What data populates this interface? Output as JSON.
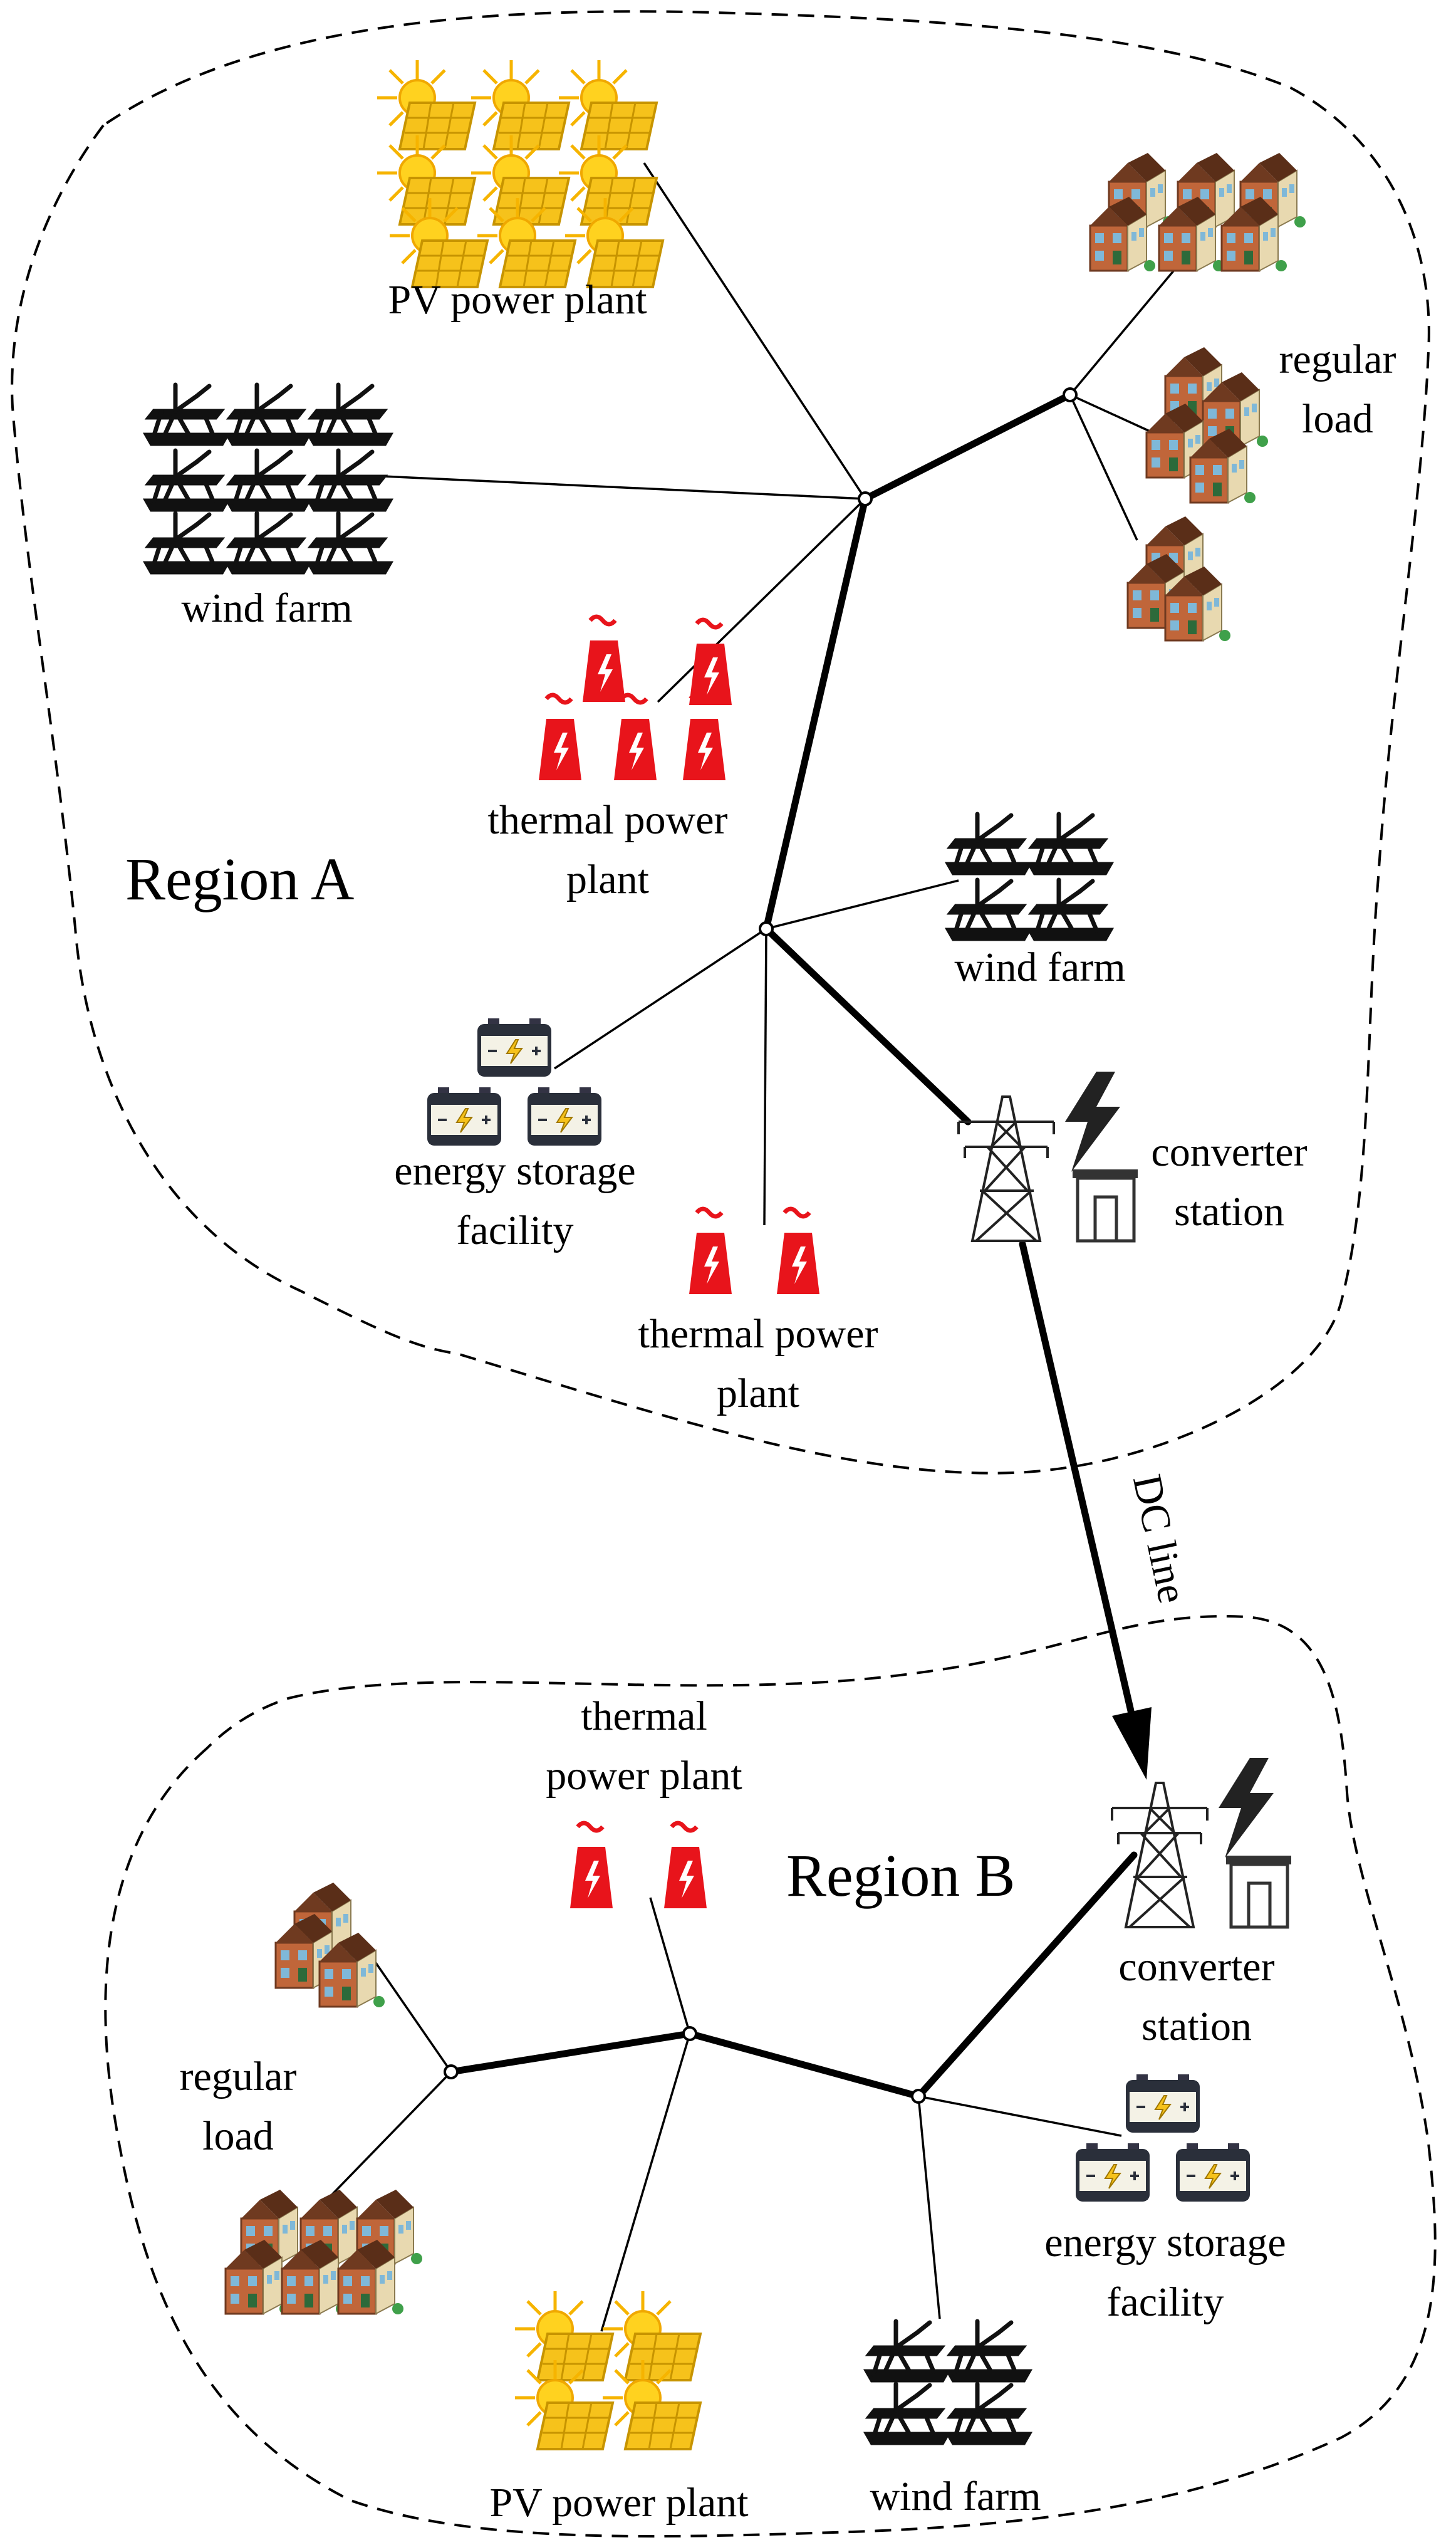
{
  "regions": {
    "a": {
      "name": "Region A"
    },
    "b": {
      "name": "Region B"
    }
  },
  "labels": {
    "a_pv_plant": "PV power plant",
    "a_wind_farm_left": "wind farm",
    "a_regular_load_l1": "regular",
    "a_regular_load_l2": "load",
    "a_thermal_upper_l1": "thermal power",
    "a_thermal_upper_l2": "plant",
    "a_wind_farm_right": "wind farm",
    "a_storage_l1": "energy storage",
    "a_storage_l2": "facility",
    "a_thermal_lower_l1": "thermal power",
    "a_thermal_lower_l2": "plant",
    "a_converter_l1": "converter",
    "a_converter_l2": "station",
    "dc_line": "DC line",
    "b_thermal_l1": "thermal",
    "b_thermal_l2": "power plant",
    "b_converter_l1": "converter",
    "b_converter_l2": "station",
    "b_regular_load_l1": "regular",
    "b_regular_load_l2": "load",
    "b_storage_l1": "energy storage",
    "b_storage_l2": "facility",
    "b_pv_plant": "PV power plant",
    "b_wind_farm": "wind farm"
  },
  "icons": {
    "pv": "solar-panel-icon",
    "wind": "wind-turbine-icon",
    "thermal": "thermal-plant-icon",
    "load": "house-icon",
    "storage": "battery-icon",
    "converter": "transmission-tower-icon"
  },
  "colors": {
    "pv": "#f6c21b",
    "thermal": "#e8141b",
    "house": "#c0663a",
    "line": "#000000"
  }
}
